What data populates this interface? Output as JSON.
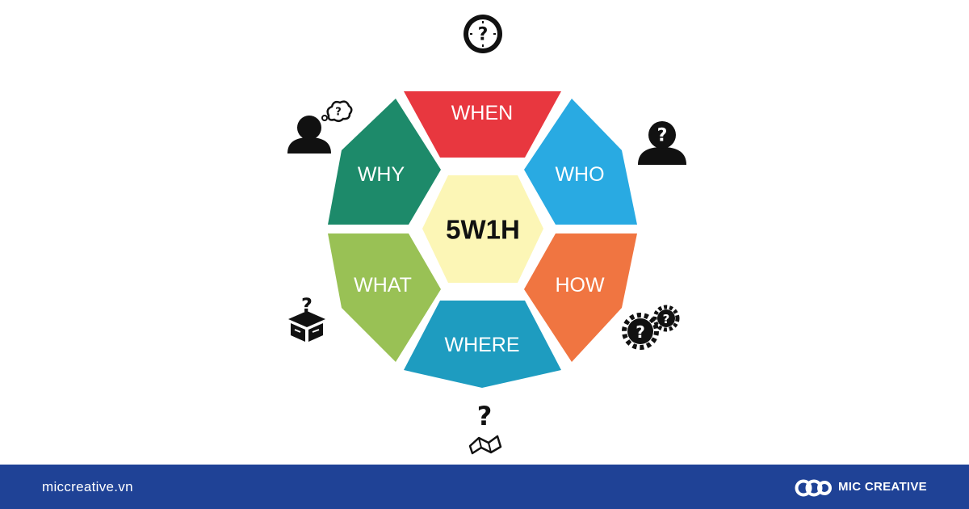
{
  "diagram": {
    "center": "5W1H",
    "segments": {
      "when": {
        "label": "WHEN",
        "color": "#e8373f"
      },
      "who": {
        "label": "WHO",
        "color": "#29aae2"
      },
      "how": {
        "label": "HOW",
        "color": "#f07541"
      },
      "where": {
        "label": "WHERE",
        "color": "#1e9cc0"
      },
      "what": {
        "label": "WHAT",
        "color": "#99c155"
      },
      "why": {
        "label": "WHY",
        "color": "#1d8a6a"
      }
    },
    "center_color": "#fcf6b6",
    "icons": {
      "when": "clock-question-icon",
      "who": "person-question-icon",
      "how": "gears-question-icon",
      "where": "map-question-icon",
      "what": "box-question-icon",
      "why": "thinking-person-icon"
    }
  },
  "footer": {
    "website": "miccreative.vn",
    "brand": "MIC CREATIVE",
    "background": "#1f4296"
  }
}
